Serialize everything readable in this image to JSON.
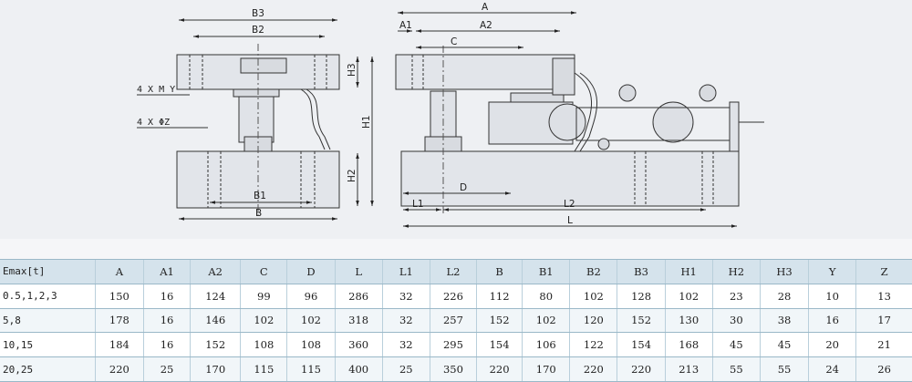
{
  "drawing": {
    "labels": {
      "A": "A",
      "A1": "A1",
      "A2": "A2",
      "B": "B",
      "B1": "B1",
      "B2": "B2",
      "B3": "B3",
      "C": "C",
      "D": "D",
      "H1": "H1",
      "H2": "H2",
      "H3": "H3",
      "L": "L",
      "L1": "L1",
      "L2": "L2",
      "my": "4 X M Y",
      "phiz": "4 X ΦZ"
    }
  },
  "table": {
    "headers": [
      "Emax[t]",
      "A",
      "A1",
      "A2",
      "C",
      "D",
      "L",
      "L1",
      "L2",
      "B",
      "B1",
      "B2",
      "B3",
      "H1",
      "H2",
      "H3",
      "Y",
      "Z"
    ],
    "rows": [
      [
        "0.5,1,2,3",
        "150",
        "16",
        "124",
        "99",
        "96",
        "286",
        "32",
        "226",
        "112",
        "80",
        "102",
        "128",
        "102",
        "23",
        "28",
        "10",
        "13"
      ],
      [
        "5,8",
        "178",
        "16",
        "146",
        "102",
        "102",
        "318",
        "32",
        "257",
        "152",
        "102",
        "120",
        "152",
        "130",
        "30",
        "38",
        "16",
        "17"
      ],
      [
        "10,15",
        "184",
        "16",
        "152",
        "108",
        "108",
        "360",
        "32",
        "295",
        "154",
        "106",
        "122",
        "154",
        "168",
        "45",
        "45",
        "20",
        "21"
      ],
      [
        "20,25",
        "220",
        "25",
        "170",
        "115",
        "115",
        "400",
        "25",
        "350",
        "220",
        "170",
        "220",
        "220",
        "213",
        "55",
        "55",
        "24",
        "26"
      ]
    ]
  }
}
